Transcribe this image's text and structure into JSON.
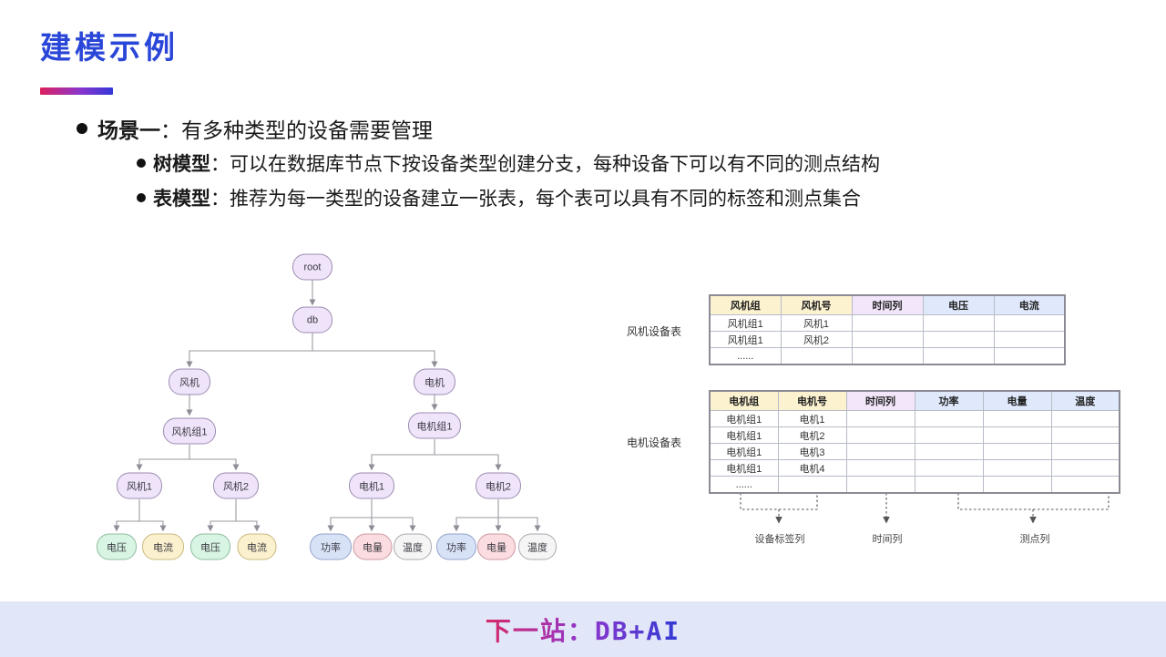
{
  "slide": {
    "title": "建模示例",
    "bullets": [
      {
        "label": "场景一",
        "text": "：有多种类型的设备需要管理"
      },
      {
        "label": "树模型",
        "text": "：可以在数据库节点下按设备类型创建分支，每种设备下可以有不同的测点结构"
      },
      {
        "label": "表模型",
        "text": "：推荐为每一类型的设备建立一张表，每个表可以具有不同的标签和测点集合"
      }
    ]
  },
  "tree": {
    "nodes": [
      {
        "label": "root"
      },
      {
        "label": "db"
      },
      {
        "label": "风机"
      },
      {
        "label": "电机"
      },
      {
        "label": "风机组1"
      },
      {
        "label": "电机组1"
      },
      {
        "label": "风机1"
      },
      {
        "label": "风机2"
      },
      {
        "label": "电机1"
      },
      {
        "label": "电机2"
      },
      {
        "label": "电压"
      },
      {
        "label": "电流"
      },
      {
        "label": "电压"
      },
      {
        "label": "电流"
      },
      {
        "label": "功率"
      },
      {
        "label": "电量"
      },
      {
        "label": "温度"
      },
      {
        "label": "功率"
      },
      {
        "label": "电量"
      },
      {
        "label": "温度"
      }
    ]
  },
  "tables": [
    {
      "label": "风机设备表",
      "headers": [
        "风机组",
        "风机号",
        "时间列",
        "电压",
        "电流"
      ],
      "rows": [
        [
          "风机组1",
          "风机1",
          "",
          "",
          ""
        ],
        [
          "风机组1",
          "风机2",
          "",
          "",
          ""
        ],
        [
          "......",
          "",
          "",
          "",
          ""
        ]
      ]
    },
    {
      "label": "电机设备表",
      "headers": [
        "电机组",
        "电机号",
        "时间列",
        "功率",
        "电量",
        "温度"
      ],
      "rows": [
        [
          "电机组1",
          "电机1",
          "",
          "",
          "",
          ""
        ],
        [
          "电机组1",
          "电机2",
          "",
          "",
          "",
          ""
        ],
        [
          "电机组1",
          "电机3",
          "",
          "",
          "",
          ""
        ],
        [
          "电机组1",
          "电机4",
          "",
          "",
          "",
          ""
        ],
        [
          "......",
          "",
          "",
          "",
          "",
          ""
        ]
      ]
    }
  ],
  "annotations": {
    "labels": [
      "设备标签列",
      "时间列",
      "测点列"
    ]
  },
  "footer": {
    "text": "下一站：DB+AI"
  },
  "colors": {
    "title_blue": "#2A46D8",
    "accent_gradient_start": "#DC2160",
    "accent_gradient_end": "#3338D8",
    "footer_band": "#E2E6F9",
    "node_group": "#F0E4FA",
    "node_voltage": "#D8F4E2",
    "node_current": "#FCF1CE",
    "node_power": "#D8E2F7",
    "node_energy": "#FBDCE0",
    "node_temperature": "#F5F5F6",
    "table_header_device": "#FCF2D0",
    "table_header_time": "#F2E6FA",
    "table_header_metric": "#DFE9FB"
  }
}
